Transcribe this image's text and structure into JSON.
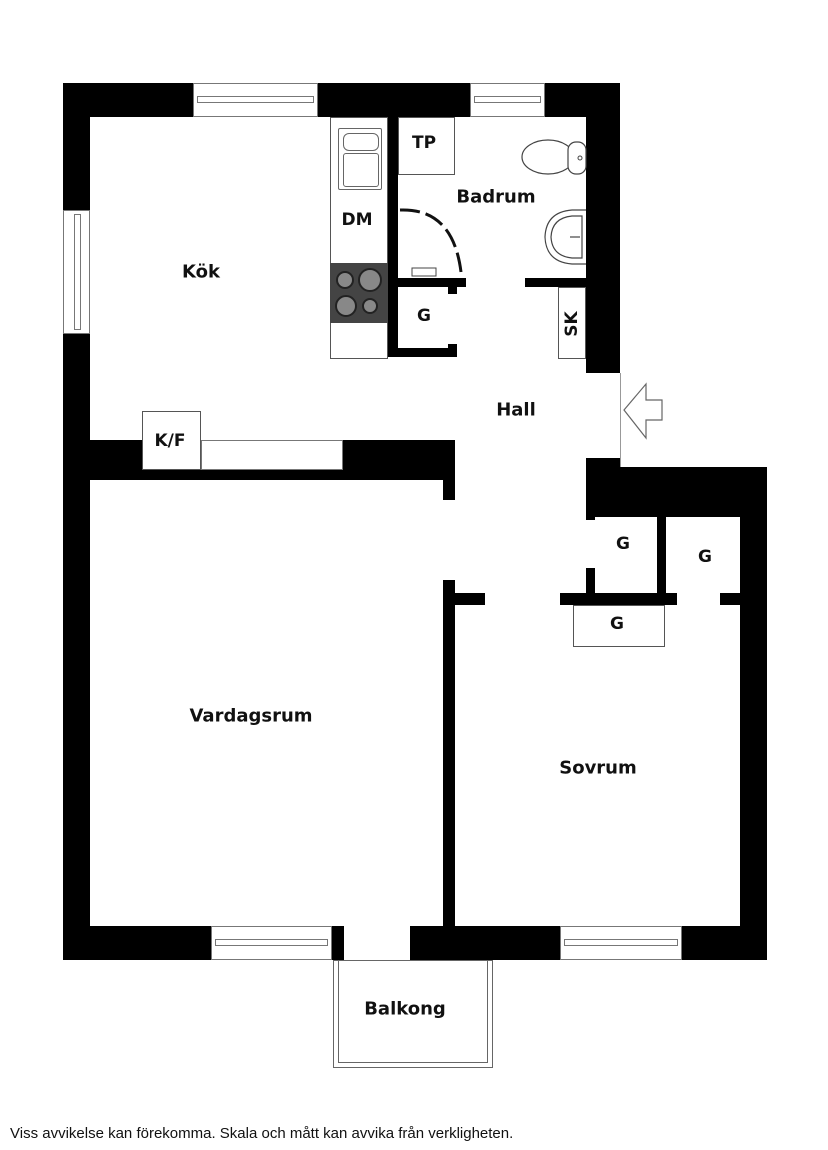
{
  "floorplan": {
    "rooms": {
      "kok": "Kök",
      "badrum": "Badrum",
      "hall": "Hall",
      "vardagsrum": "Vardagsrum",
      "sovrum": "Sovrum",
      "balkong": "Balkong"
    },
    "fixtures": {
      "tp": "TP",
      "dm": "DM",
      "kf": "K/F",
      "sk": "SK",
      "g_bath": "G",
      "g_hall_left": "G",
      "g_hall_right": "G",
      "g_hall_bottom": "G"
    },
    "entrance_icon": "entrance-arrow-icon"
  },
  "footer": {
    "disclaimer": "Viss avvikelse kan förekomma. Skala och mått kan avvika från verkligheten."
  },
  "colors": {
    "wall": "#000000",
    "stove": "#444444",
    "background": "#ffffff"
  }
}
